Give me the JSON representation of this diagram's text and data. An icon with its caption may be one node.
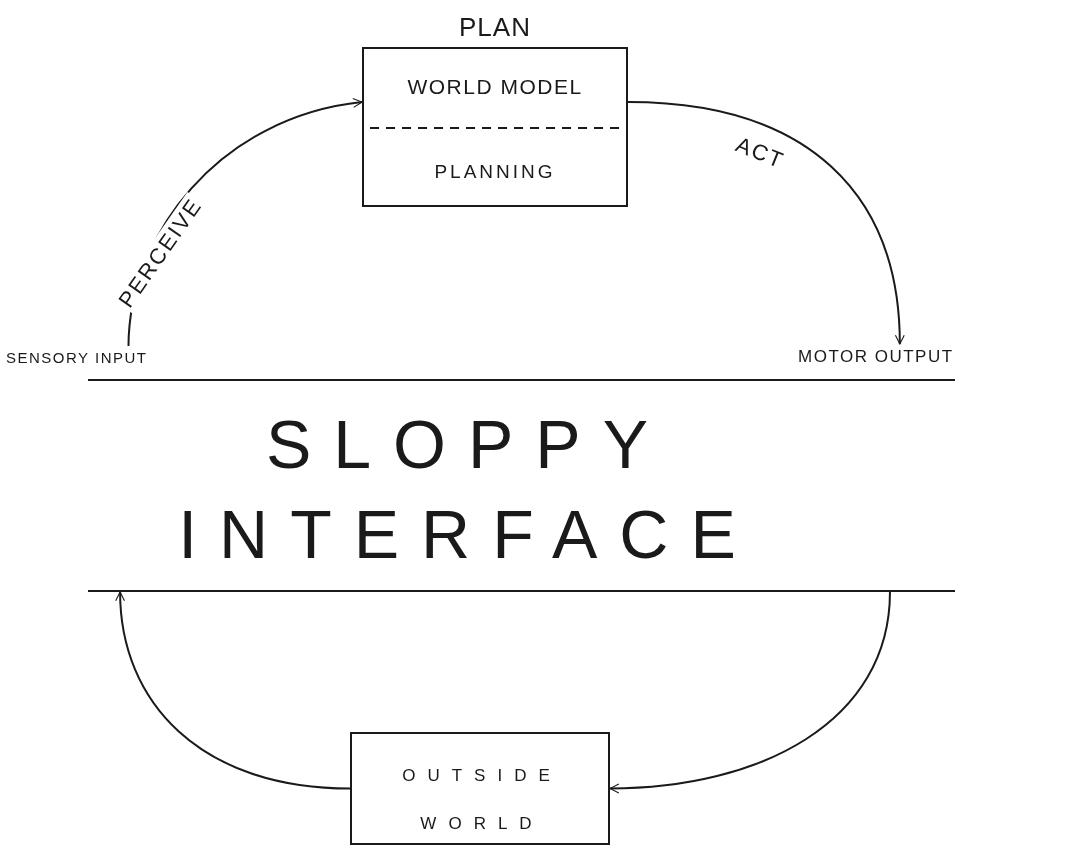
{
  "diagram": {
    "nodes": [
      {
        "text": [
          "PLAN",
          "WORLD MODEL",
          "PLANNING"
        ]
      },
      {
        "text": [
          "SENSORY INPUT"
        ]
      },
      {
        "text": [
          "MOTOR OUTPUT"
        ]
      },
      {
        "text": [
          "SLOPPY INTERFACE"
        ]
      },
      {
        "text": [
          "OUTSIDE WORLD"
        ]
      }
    ],
    "edges": [
      {
        "from": 1,
        "to": 0,
        "arrow": "to",
        "label": "PERCEIVE"
      },
      {
        "from": 0,
        "to": 2,
        "arrow": "to",
        "label": "ACT"
      },
      {
        "from": 3,
        "to": 4,
        "arrow": "to"
      },
      {
        "from": 4,
        "to": 3,
        "arrow": "to"
      }
    ]
  }
}
